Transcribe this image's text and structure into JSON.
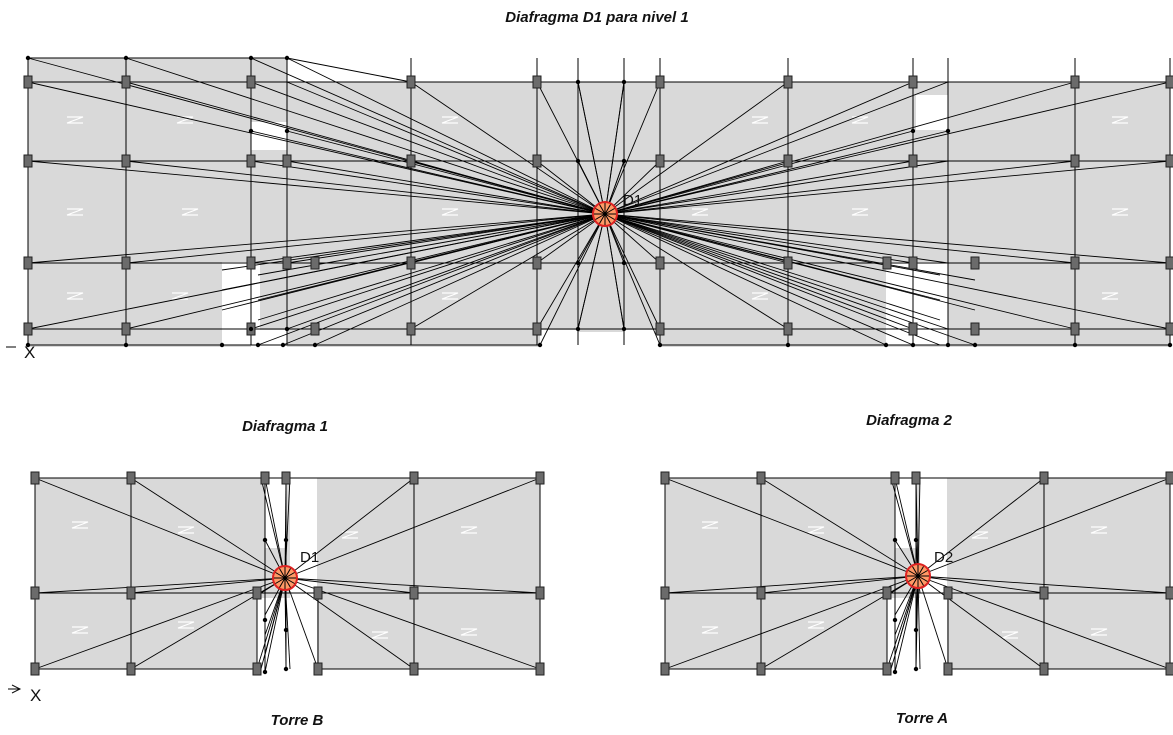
{
  "titles": {
    "main": "Diafragma D1 para nivel 1",
    "left": "Diafragma 1",
    "right": "Diafragma 2",
    "tower_b": "Torre B",
    "tower_a": "Torre A"
  },
  "labels": {
    "d1_main": "D1",
    "d1_left": "D1",
    "d2_right": "D2",
    "axis_x": "X"
  },
  "colors": {
    "slab": "#d9d9d9",
    "line": "#000000",
    "column": "#6b6b6b",
    "center_fill": "#ff9966",
    "center_ring": "#dd2222"
  }
}
